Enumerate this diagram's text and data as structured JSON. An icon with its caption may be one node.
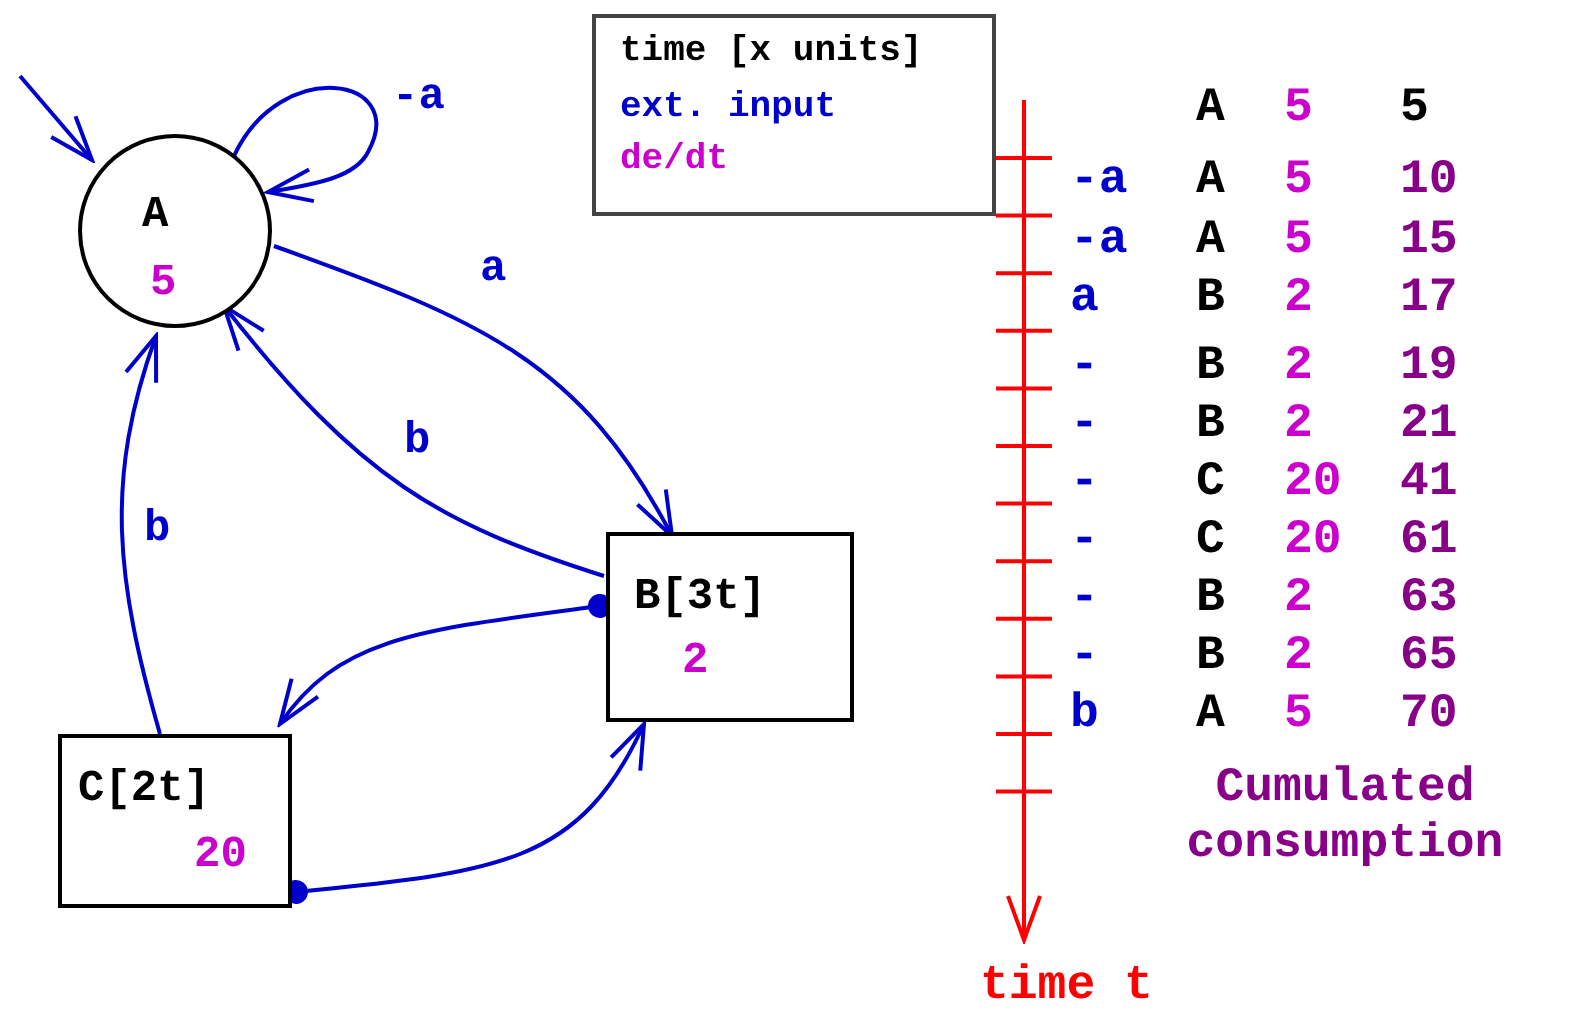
{
  "diagram": {
    "nodes": [
      {
        "text": [
          "A",
          "5"
        ]
      },
      {
        "text": [
          "B[3t]",
          "2"
        ]
      },
      {
        "text": [
          "C[2t]",
          "20"
        ]
      },
      {
        "text": [
          "time [x units]",
          "ext. input",
          "de/dt"
        ]
      }
    ],
    "edges": [
      {
        "from": null,
        "to": 0,
        "arrow": "to"
      },
      {
        "from": 0,
        "to": 0,
        "arrow": "to",
        "label": "-a"
      },
      {
        "from": 0,
        "to": 1,
        "arrow": "to",
        "label": "a"
      },
      {
        "from": 1,
        "to": 0,
        "arrow": "to",
        "label": "b"
      },
      {
        "from": 2,
        "to": 0,
        "arrow": "to",
        "label": "b"
      },
      {
        "from": 1,
        "to": 2,
        "arrow": "to"
      },
      {
        "from": 2,
        "to": 1,
        "arrow": "to"
      }
    ],
    "labels": [
      "A",
      "5",
      "5",
      "-a",
      "A",
      "5",
      "10",
      "-a",
      "A",
      "5",
      "15",
      "a",
      "B",
      "2",
      "17",
      "-",
      "B",
      "2",
      "19",
      "-",
      "B",
      "2",
      "21",
      "-",
      "C",
      "20",
      "41",
      "-",
      "C",
      "20",
      "61",
      "-",
      "B",
      "2",
      "63",
      "-",
      "B",
      "2",
      "65",
      "b",
      "A",
      "5",
      "70",
      "Cumulated consumption",
      "time t"
    ]
  }
}
